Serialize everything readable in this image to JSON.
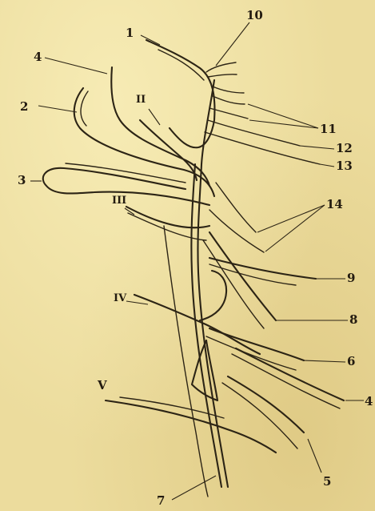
{
  "figure": {
    "background_color": "#ecdc9d",
    "ink_color": "#2c2415",
    "labels": {
      "n1": "1",
      "n2": "2",
      "n3": "3",
      "n4_top": "4",
      "n4_right": "4",
      "n5": "5",
      "n6": "6",
      "n7": "7",
      "n8": "8",
      "n9": "9",
      "n10": "10",
      "n11": "11",
      "n12": "12",
      "n13": "13",
      "n14": "14",
      "rII": "II",
      "rIII": "III",
      "rIV": "IV",
      "rV": "V"
    }
  }
}
